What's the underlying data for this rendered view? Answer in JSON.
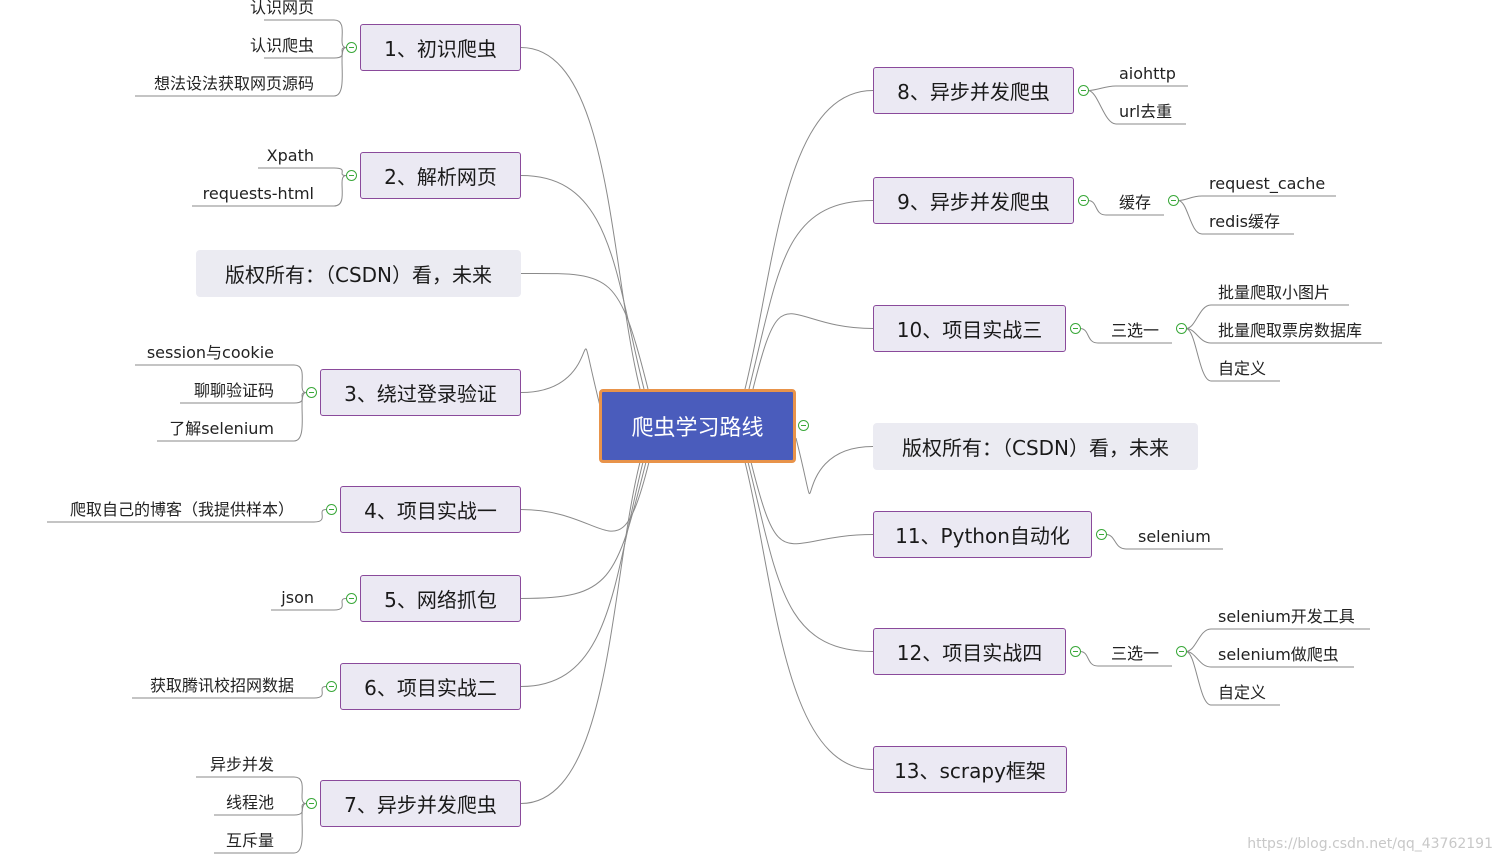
{
  "center": "爬虫学习路线",
  "left": [
    {
      "label": "1、初识爬虫",
      "children": [
        "认识网页",
        "认识爬虫",
        "想法设法获取网页源码"
      ]
    },
    {
      "label": "2、解析网页",
      "children": [
        "Xpath",
        "requests-html"
      ]
    },
    {
      "label": "版权所有：（CSDN）看，未来",
      "children": []
    },
    {
      "label": "3、绕过登录验证",
      "children": [
        "session与cookie",
        "聊聊验证码",
        "了解selenium"
      ]
    },
    {
      "label": "4、项目实战一",
      "children": [
        "爬取自己的博客（我提供样本）"
      ]
    },
    {
      "label": "5、网络抓包",
      "children": [
        "json"
      ]
    },
    {
      "label": "6、项目实战二",
      "children": [
        "获取腾讯校招网数据"
      ]
    },
    {
      "label": "7、异步并发爬虫",
      "children": [
        "异步并发",
        "线程池",
        "互斥量"
      ]
    }
  ],
  "right": [
    {
      "label": "8、异步并发爬虫",
      "children": [
        "aiohttp",
        "url去重"
      ]
    },
    {
      "label": "9、异步并发爬虫",
      "mid": "缓存",
      "children": [
        "request_cache",
        "redis缓存"
      ]
    },
    {
      "label": "10、项目实战三",
      "mid": "三选一",
      "children": [
        "批量爬取小图片",
        "批量爬取票房数据库",
        "自定义"
      ]
    },
    {
      "label": "版权所有：（CSDN）看，未来",
      "children": []
    },
    {
      "label": "11、Python自动化",
      "children": [
        "selenium"
      ]
    },
    {
      "label": "12、项目实战四",
      "mid": "三选一",
      "children": [
        "selenium开发工具",
        "selenium做爬虫",
        "自定义"
      ]
    },
    {
      "label": "13、scrapy框架",
      "children": []
    }
  ],
  "watermark": "https://blog.csdn.net/qq_43762191",
  "colors": {
    "center_fill": "#4a5cbc",
    "center_border": "#e8934a",
    "node_fill": "#ebe9f3",
    "node_border": "#8a4a9b",
    "toggle": "#3aa83a",
    "line": "#8a8a8a"
  }
}
